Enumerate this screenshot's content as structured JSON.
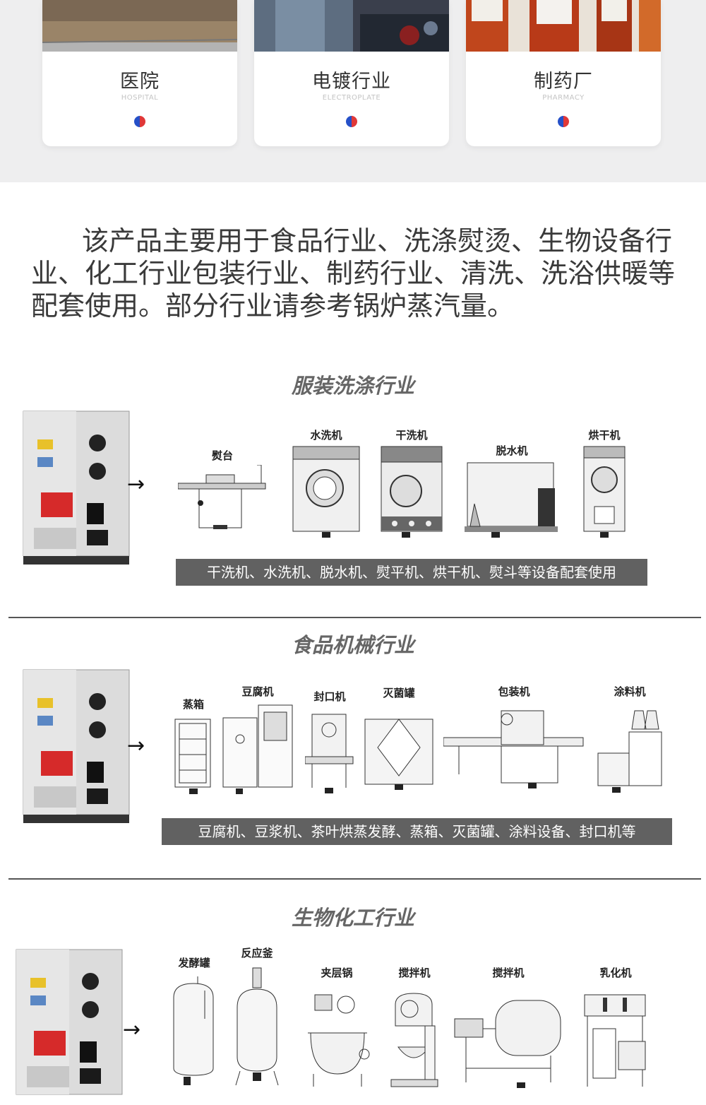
{
  "cards": [
    {
      "title": "医院",
      "subtitle": "HOSPITAL"
    },
    {
      "title": "电镀行业",
      "subtitle": "ELECTROPLATE"
    },
    {
      "title": "制药厂",
      "subtitle": "PHARMACY"
    }
  ],
  "intro": "该产品主要用于食品行业、洗涤熨烫、生物设备行业、化工行业包装行业、制药行业、清洗、洗浴供暖等配套使用。部分行业请参考锅炉蒸汽量。",
  "sections": [
    {
      "title": "服装洗涤行业",
      "machines": [
        "熨台",
        "水洗机",
        "干洗机",
        "脱水机",
        "烘干机"
      ],
      "banner": "干洗机、水洗机、脱水机、熨平机、烘干机、熨斗等设备配套使用"
    },
    {
      "title": "食品机械行业",
      "machines": [
        "蒸箱",
        "豆腐机",
        "封口机",
        "灭菌罐",
        "包装机",
        "涂料机"
      ],
      "banner": "豆腐机、豆浆机、茶叶烘蒸发酵、蒸箱、灭菌罐、涂料设备、封口机等"
    },
    {
      "title": "生物化工行业",
      "machines": [
        "发酵罐",
        "反应釜",
        "夹层锅",
        "搅拌机",
        "搅拌机",
        "乳化机"
      ]
    }
  ],
  "arrow": "→",
  "colors": {
    "top_bg": "#eeeeef",
    "banner_bg": "#616161",
    "dot_blue": "#2550c8",
    "dot_red": "#e03838"
  }
}
